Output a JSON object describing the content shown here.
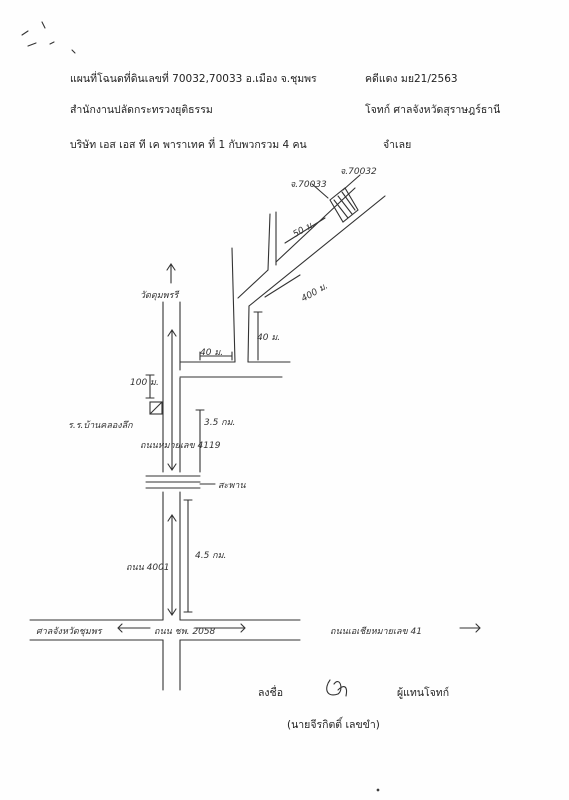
{
  "header": {
    "line1_left": "แผนที่โฉนดที่ดินเลขที่ 70032,70033  อ.เมือง  จ.ชุมพร",
    "line1_right": "คดีแดง มย21/2563",
    "line2_left": "สำนักงานปลัดกระทรวงยุติธรรม",
    "line2_right": "โจทก์ ศาลจังหวัดสุราษฎร์ธานี",
    "line3_left": "บริษัท เอส เอส ที เค พาราเทค ที่ 1 กับพวกรวม 4 คน",
    "line3_right": "จำเลย"
  },
  "map_labels": {
    "parcel_a": "จ.70033",
    "parcel_b": "จ.70032",
    "dist_50m": "50 ม.",
    "dist_400m": "400 ม.",
    "dist_40m_right": "40 ม.",
    "dist_40m_left": "40 ม.",
    "north_label": "วัดดุมพรรี",
    "dist_100m": "100 ม.",
    "landmark": "ร.ร.บ้านคลองลึก",
    "dist_35km": "3.5 กม.",
    "road_4119": "ถนนหมายเลข 4119",
    "bridge": "สะพาน",
    "dist_45km": "4.5 กม.",
    "road_4001": "ถนน 4001",
    "to_chumphon": "ศาลจังหวัดชุมพร",
    "road_2058": "ถนน ชพ. 2058",
    "road_41": "ถนนเอเชียหมายเลข 41"
  },
  "signature": {
    "sign_label": "ลงชื่อ",
    "role": "ผู้แทนโจทก์",
    "name": "(นายจีรกิตติ์  เลขขำ)"
  }
}
